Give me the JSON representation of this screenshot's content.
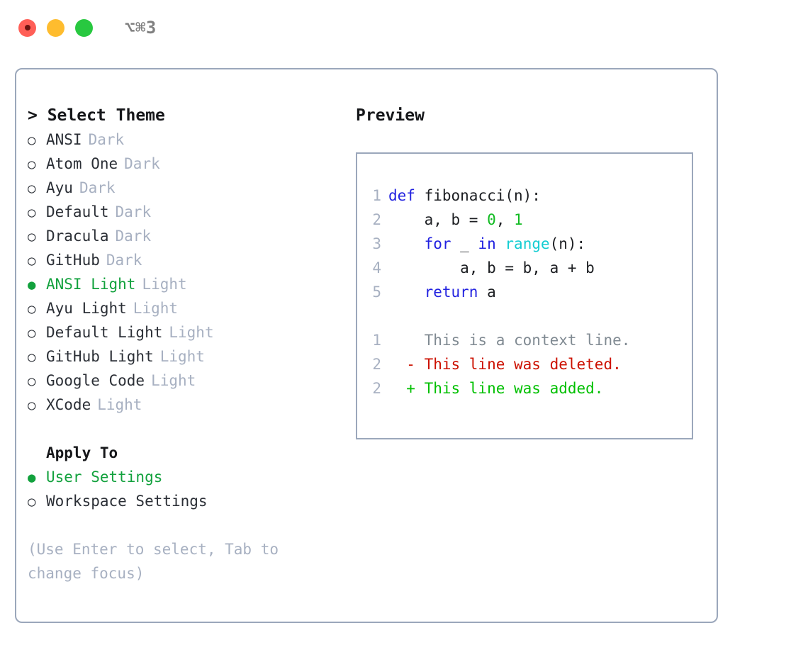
{
  "titlebar": {
    "shortcut": "⌥⌘3",
    "dots": [
      "close",
      "minimize",
      "maximize"
    ]
  },
  "theme_panel": {
    "heading": "> Select Theme",
    "bullet_selected": "●",
    "bullet_unselected": "○",
    "accent_color": "#12a13d",
    "tag_color": "#a7b0c1",
    "items": [
      {
        "label": "ANSI",
        "tag": "Dark",
        "selected": false
      },
      {
        "label": "Atom One",
        "tag": "Dark",
        "selected": false
      },
      {
        "label": "Ayu",
        "tag": "Dark",
        "selected": false
      },
      {
        "label": "Default",
        "tag": "Dark",
        "selected": false
      },
      {
        "label": "Dracula",
        "tag": "Dark",
        "selected": false
      },
      {
        "label": "GitHub",
        "tag": "Dark",
        "selected": false
      },
      {
        "label": "ANSI Light",
        "tag": "Light",
        "selected": true
      },
      {
        "label": "Ayu Light",
        "tag": "Light",
        "selected": false
      },
      {
        "label": "Default Light",
        "tag": "Light",
        "selected": false
      },
      {
        "label": "GitHub Light",
        "tag": "Light",
        "selected": false
      },
      {
        "label": "Google Code",
        "tag": "Light",
        "selected": false
      },
      {
        "label": "XCode",
        "tag": "Light",
        "selected": false
      }
    ]
  },
  "apply_to": {
    "heading": "Apply To",
    "items": [
      {
        "label": "User Settings",
        "selected": true
      },
      {
        "label": "Workspace Settings",
        "selected": false
      }
    ]
  },
  "hint": "(Use Enter to select, Tab to change focus)",
  "preview": {
    "title": "Preview",
    "code_lines": [
      {
        "no": "1",
        "tokens": [
          {
            "t": "def",
            "c": "kw"
          },
          {
            "t": " fibonacci(n):",
            "c": ""
          }
        ]
      },
      {
        "no": "2",
        "tokens": [
          {
            "t": "    a, b = ",
            "c": ""
          },
          {
            "t": "0",
            "c": "num"
          },
          {
            "t": ", ",
            "c": ""
          },
          {
            "t": "1",
            "c": "num"
          }
        ]
      },
      {
        "no": "3",
        "tokens": [
          {
            "t": "    ",
            "c": ""
          },
          {
            "t": "for",
            "c": "kw"
          },
          {
            "t": " _ ",
            "c": ""
          },
          {
            "t": "in",
            "c": "kw"
          },
          {
            "t": " ",
            "c": ""
          },
          {
            "t": "range",
            "c": "fn"
          },
          {
            "t": "(n):",
            "c": ""
          }
        ]
      },
      {
        "no": "4",
        "tokens": [
          {
            "t": "        a, b = b, a + b",
            "c": ""
          }
        ]
      },
      {
        "no": "5",
        "tokens": [
          {
            "t": "    ",
            "c": ""
          },
          {
            "t": "return",
            "c": "kw"
          },
          {
            "t": " a",
            "c": ""
          }
        ]
      }
    ],
    "diff_lines": [
      {
        "no": "1",
        "marker": "  ",
        "text": "This is a context line.",
        "cls": "ctx"
      },
      {
        "no": "2",
        "marker": "- ",
        "text": "This line was deleted.",
        "cls": "del"
      },
      {
        "no": "2",
        "marker": "+ ",
        "text": "This line was added.",
        "cls": "add"
      }
    ]
  }
}
